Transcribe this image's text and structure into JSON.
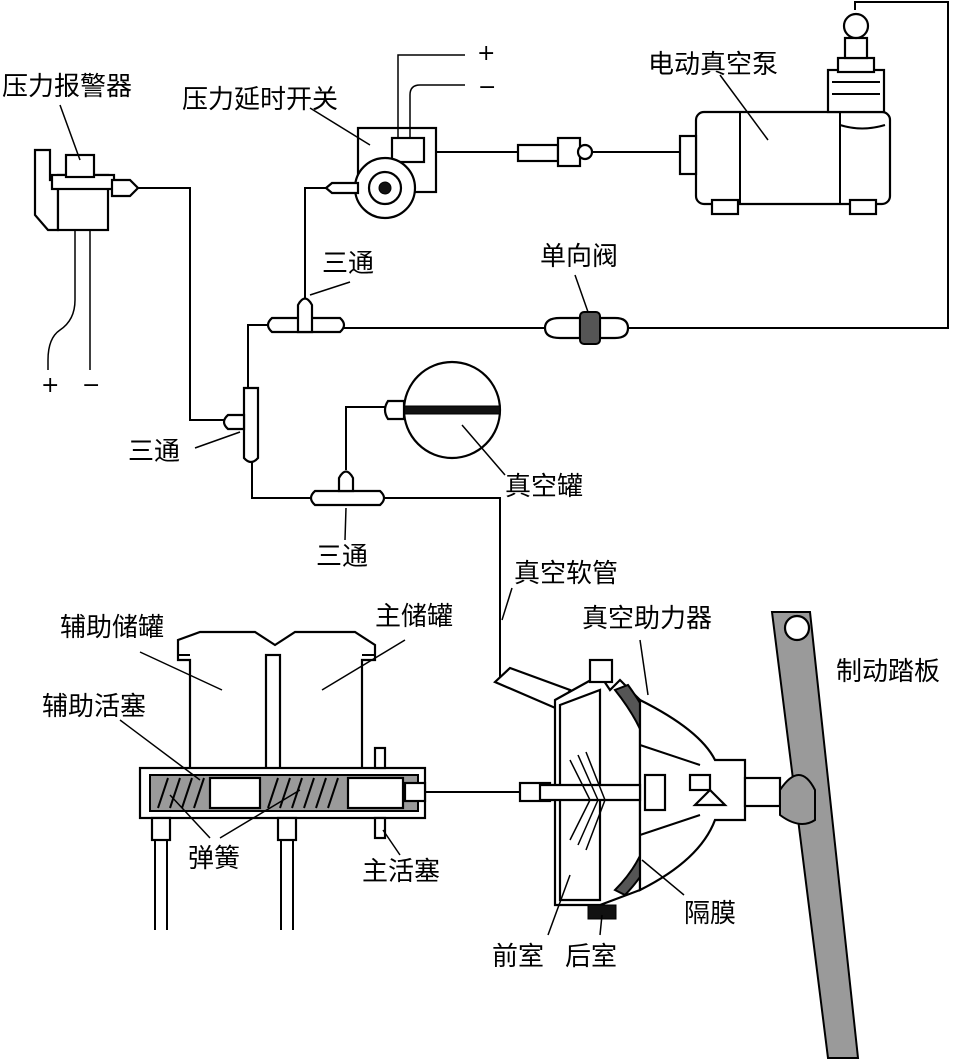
{
  "labels": {
    "pressure_alarm": "压力报警器",
    "pressure_delay_switch": "压力延时开关",
    "electric_vacuum_pump": "电动真空泵",
    "tee_upper": "三通",
    "check_valve": "单向阀",
    "tee_left": "三通",
    "vacuum_tank": "真空罐",
    "tee_lower": "三通",
    "vacuum_hose": "真空软管",
    "aux_reservoir": "辅助储罐",
    "main_reservoir": "主储罐",
    "vacuum_booster": "真空助力器",
    "brake_pedal": "制动踏板",
    "aux_piston": "辅助活塞",
    "spring": "弹簧",
    "main_piston": "主活塞",
    "diaphragm": "隔膜",
    "front_chamber": "前室",
    "rear_chamber": "后室"
  },
  "symbols": {
    "switch_plus": "+",
    "switch_minus": "−",
    "alarm_plus": "+",
    "alarm_minus": "−"
  }
}
